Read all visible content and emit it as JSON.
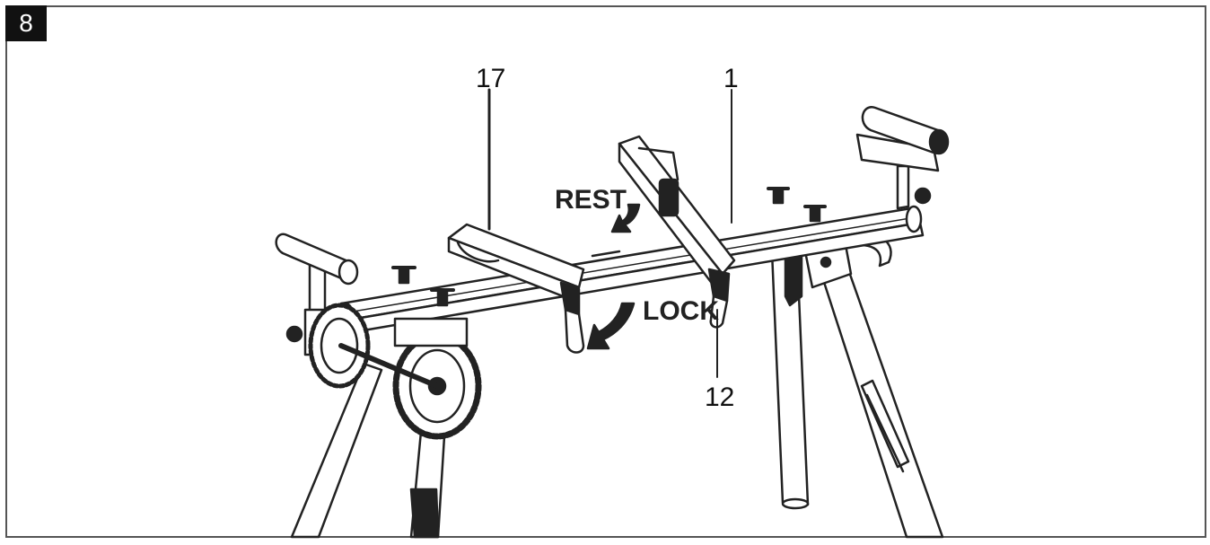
{
  "figure": {
    "number": "8"
  },
  "callouts": [
    {
      "id": "17",
      "label": "17"
    },
    {
      "id": "1",
      "label": "1"
    },
    {
      "id": "12",
      "label": "12"
    }
  ],
  "instructions": {
    "rest": "REST",
    "lock": "LOCK"
  },
  "colors": {
    "line": "#222222",
    "frame": "#555555",
    "badge": "#111111"
  }
}
